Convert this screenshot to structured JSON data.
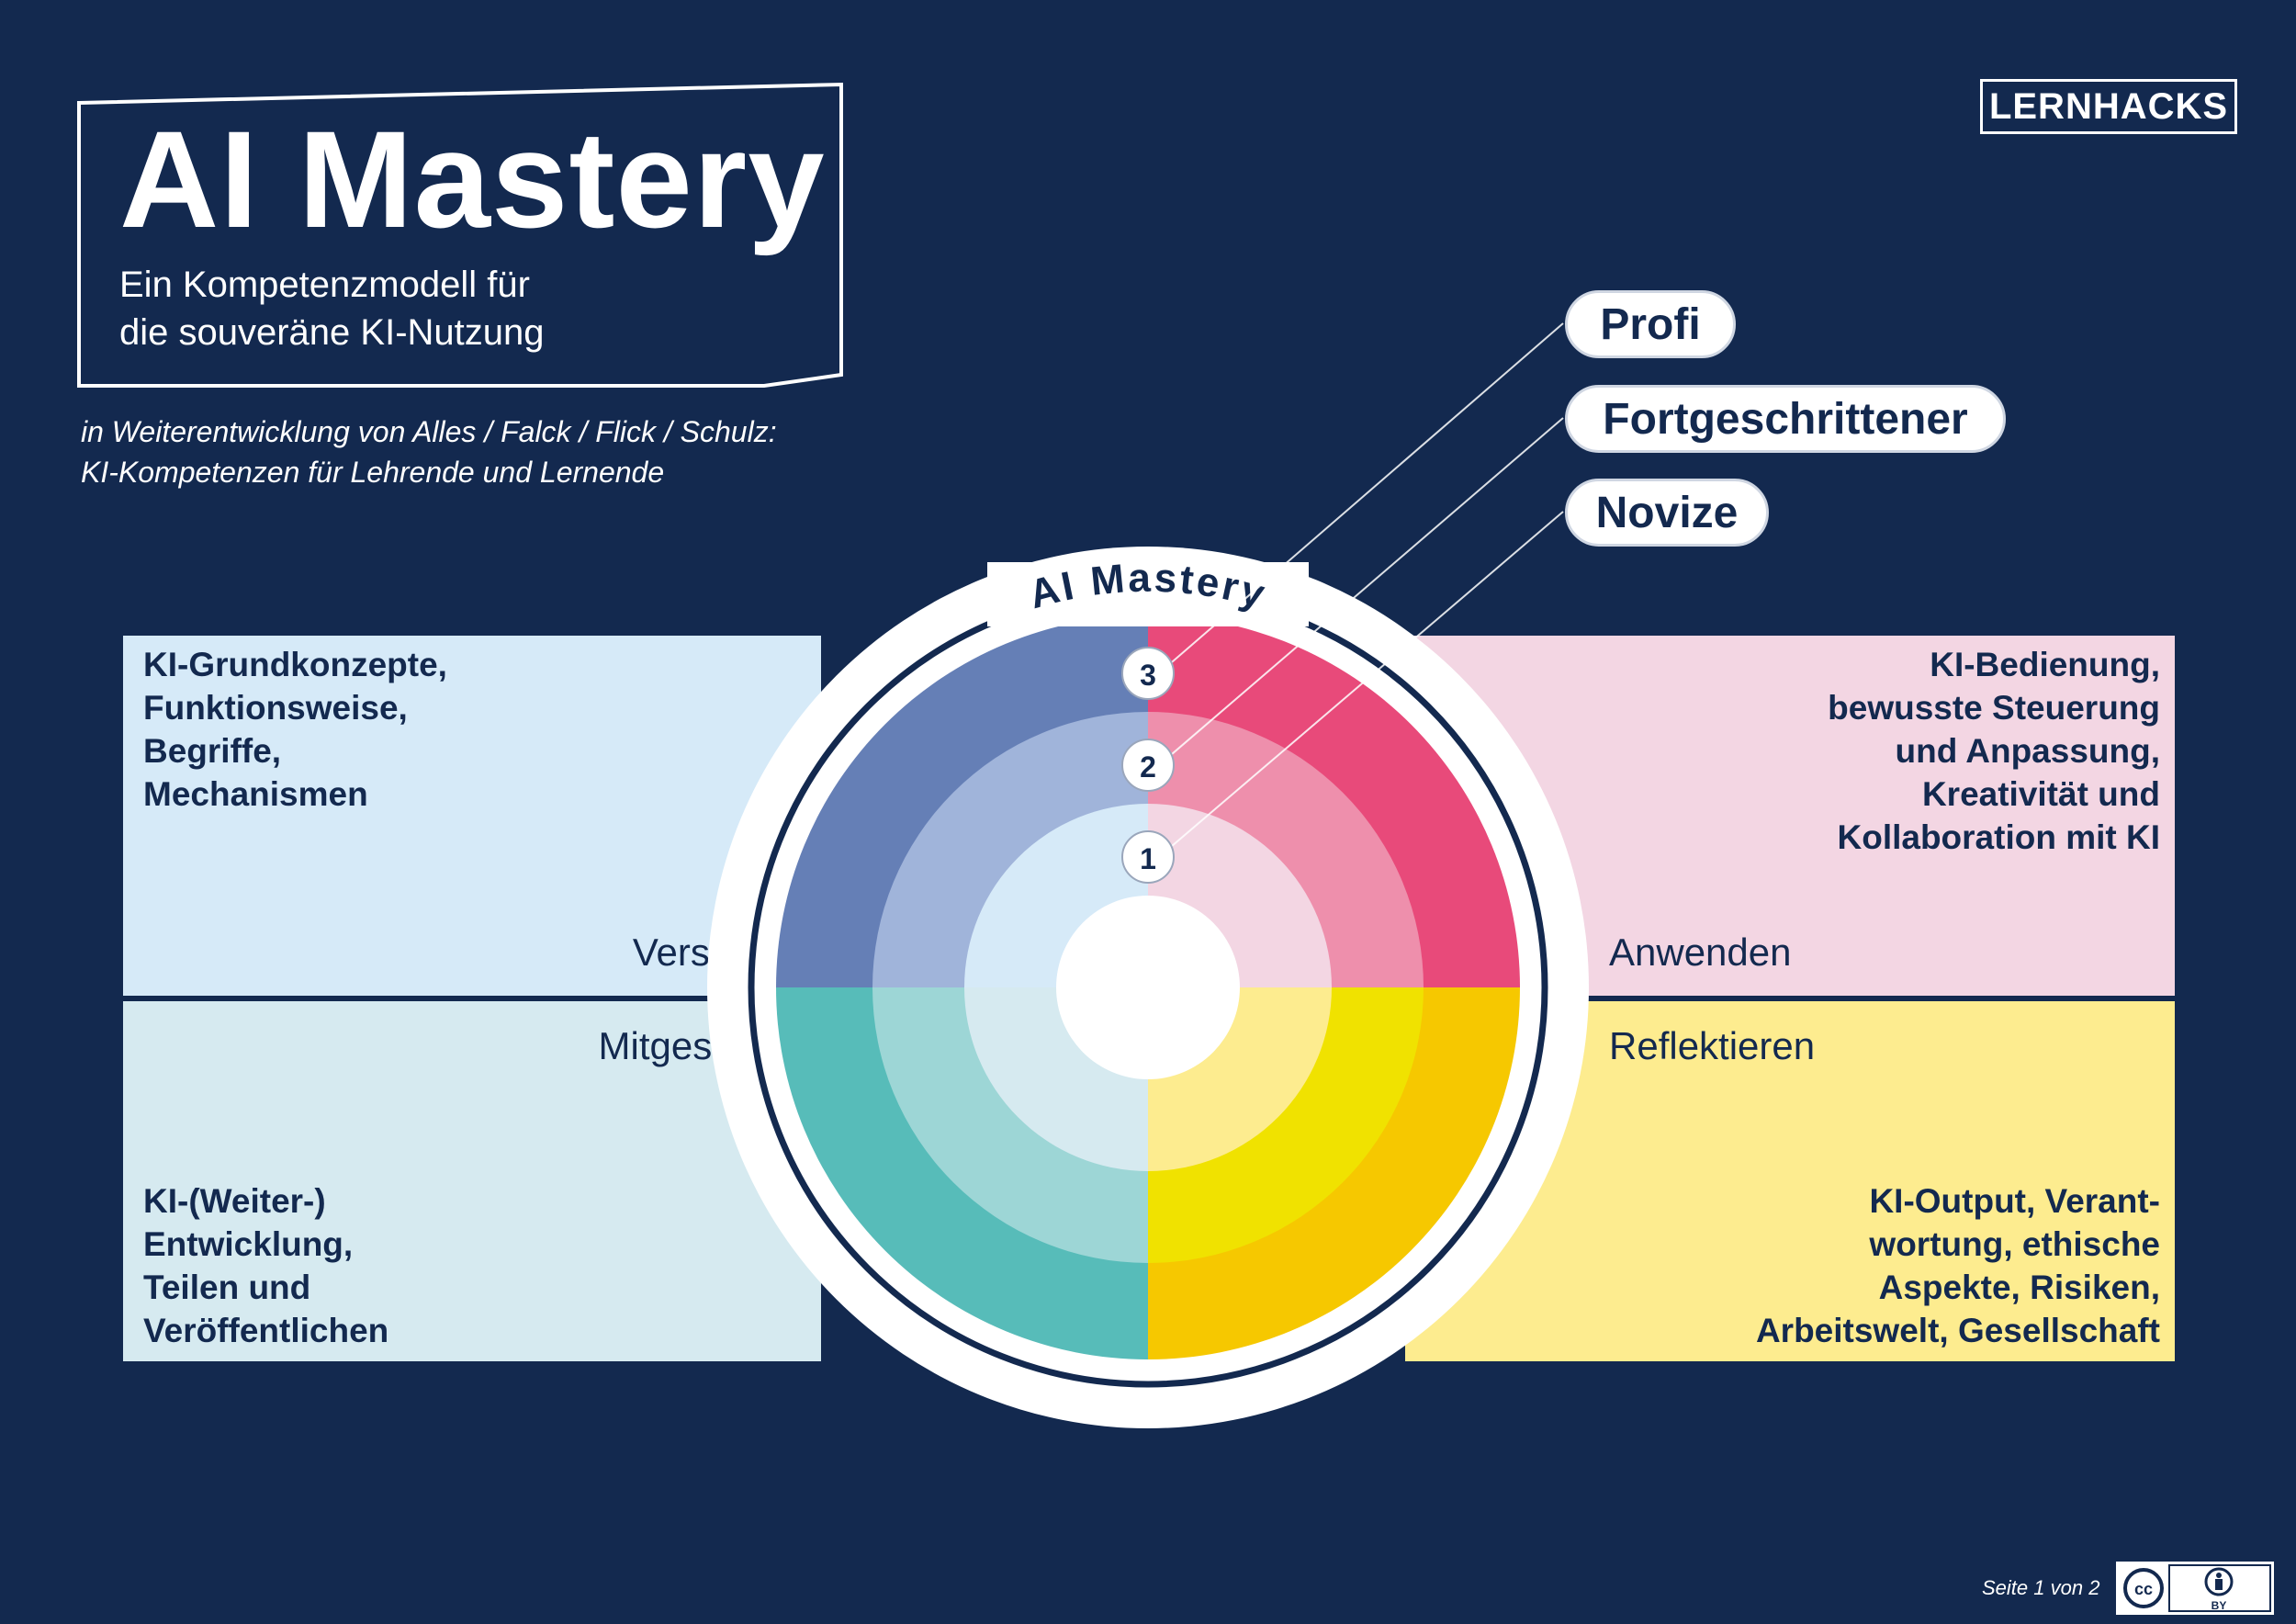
{
  "header": {
    "title": "AI Mastery",
    "subtitle_line1": "Ein Kompetenzmodell für",
    "subtitle_line2": "die souveräne KI-Nutzung",
    "attribution_line1": "in Weiterentwicklung von Alles / Falck / Flick / Schulz:",
    "attribution_line2": "KI-Kompetenzen für Lehrende und Lernende"
  },
  "logo": {
    "text": "LERNHACKS"
  },
  "wheel": {
    "arc_title": "AI Mastery",
    "level_numbers": [
      "3",
      "2",
      "1"
    ]
  },
  "levels": [
    {
      "number": "3",
      "label": "Profi"
    },
    {
      "number": "2",
      "label": "Fortgeschrittener"
    },
    {
      "number": "1",
      "label": "Novize"
    }
  ],
  "quadrants": {
    "top_left": {
      "label": "Verstehen",
      "lines": [
        "KI-Grundkonzepte,",
        "Funktionsweise,",
        "Begriffe,",
        "Mechanismen"
      ],
      "colors": {
        "background": "#d6eaf8",
        "outer": "#657fb6",
        "middle": "#a0b4da",
        "inner": "#d6eaf8"
      }
    },
    "top_right": {
      "label": "Anwenden",
      "lines": [
        "KI-Bedienung,",
        "bewusste Steuerung",
        "und Anpassung,",
        "Kreativität und",
        "Kollaboration mit KI"
      ],
      "colors": {
        "background": "#f3d6e3",
        "outer": "#e84a7a",
        "middle": "#ee8fac",
        "inner": "#f3d6e3"
      }
    },
    "bottom_left": {
      "label": "Mitgestalten",
      "lines": [
        "KI-(Weiter-)",
        "Entwicklung,",
        "Teilen und",
        "Veröffentlichen"
      ],
      "colors": {
        "background": "#d6eaf0",
        "outer": "#57bcb9",
        "middle": "#9dd6d6",
        "inner": "#d6eaf0"
      }
    },
    "bottom_right": {
      "label": "Reflektieren",
      "lines": [
        "KI-Output, Verant-",
        "wortung, ethische",
        "Aspekte, Risiken,",
        "Arbeitswelt, Gesellschaft"
      ],
      "colors": {
        "background": "#fdec8f",
        "outer": "#f6c800",
        "middle": "#f0e200",
        "inner": "#fdec8f"
      }
    }
  },
  "footer": {
    "page": "Seite 1 von 2",
    "license": "BY"
  },
  "colors": {
    "navy": "#13294f",
    "white": "#ffffff"
  }
}
